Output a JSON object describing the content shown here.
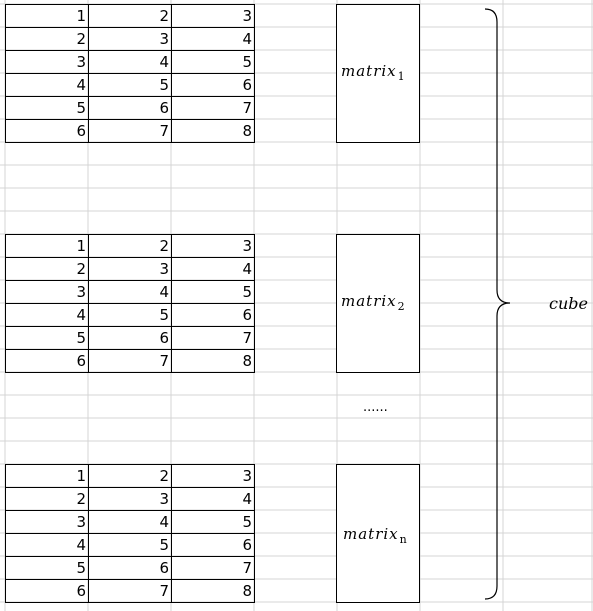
{
  "matrices": [
    {
      "label": "matrix",
      "subscript": "1",
      "rows": [
        [
          1,
          2,
          3
        ],
        [
          2,
          3,
          4
        ],
        [
          3,
          4,
          5
        ],
        [
          4,
          5,
          6
        ],
        [
          5,
          6,
          7
        ],
        [
          6,
          7,
          8
        ]
      ]
    },
    {
      "label": "matrix",
      "subscript": "2",
      "rows": [
        [
          1,
          2,
          3
        ],
        [
          2,
          3,
          4
        ],
        [
          3,
          4,
          5
        ],
        [
          4,
          5,
          6
        ],
        [
          5,
          6,
          7
        ],
        [
          6,
          7,
          8
        ]
      ]
    },
    {
      "label": "matrix",
      "subscript": "n",
      "rows": [
        [
          1,
          2,
          3
        ],
        [
          2,
          3,
          4
        ],
        [
          3,
          4,
          5
        ],
        [
          4,
          5,
          6
        ],
        [
          5,
          6,
          7
        ],
        [
          6,
          7,
          8
        ]
      ]
    }
  ],
  "ellipsis": "......",
  "cube_label": "cube",
  "colors": {
    "gridline": "#d4d4d4",
    "border": "#000000"
  }
}
